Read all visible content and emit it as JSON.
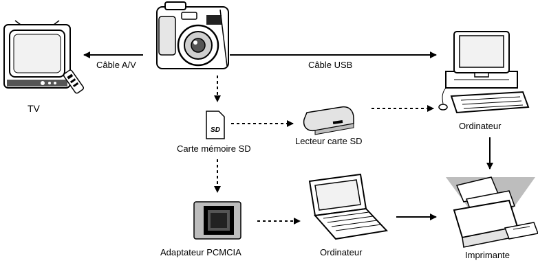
{
  "nodes": {
    "tv": "TV",
    "sd_card": "Carte mémoire SD",
    "card_reader": "Lecteur carte SD",
    "computer_top": "Ordinateur",
    "pcmcia": "Adaptateur PCMCIA",
    "laptop": "Ordinateur",
    "printer": "Imprimante"
  },
  "edges": {
    "av_cable": "Câble A/V",
    "usb_cable": "Câble USB"
  },
  "colors": {
    "line": "#000000",
    "gray": "#8a8a8a",
    "light_gray": "#d9d9d9",
    "triangle": "#bdbdbd"
  }
}
